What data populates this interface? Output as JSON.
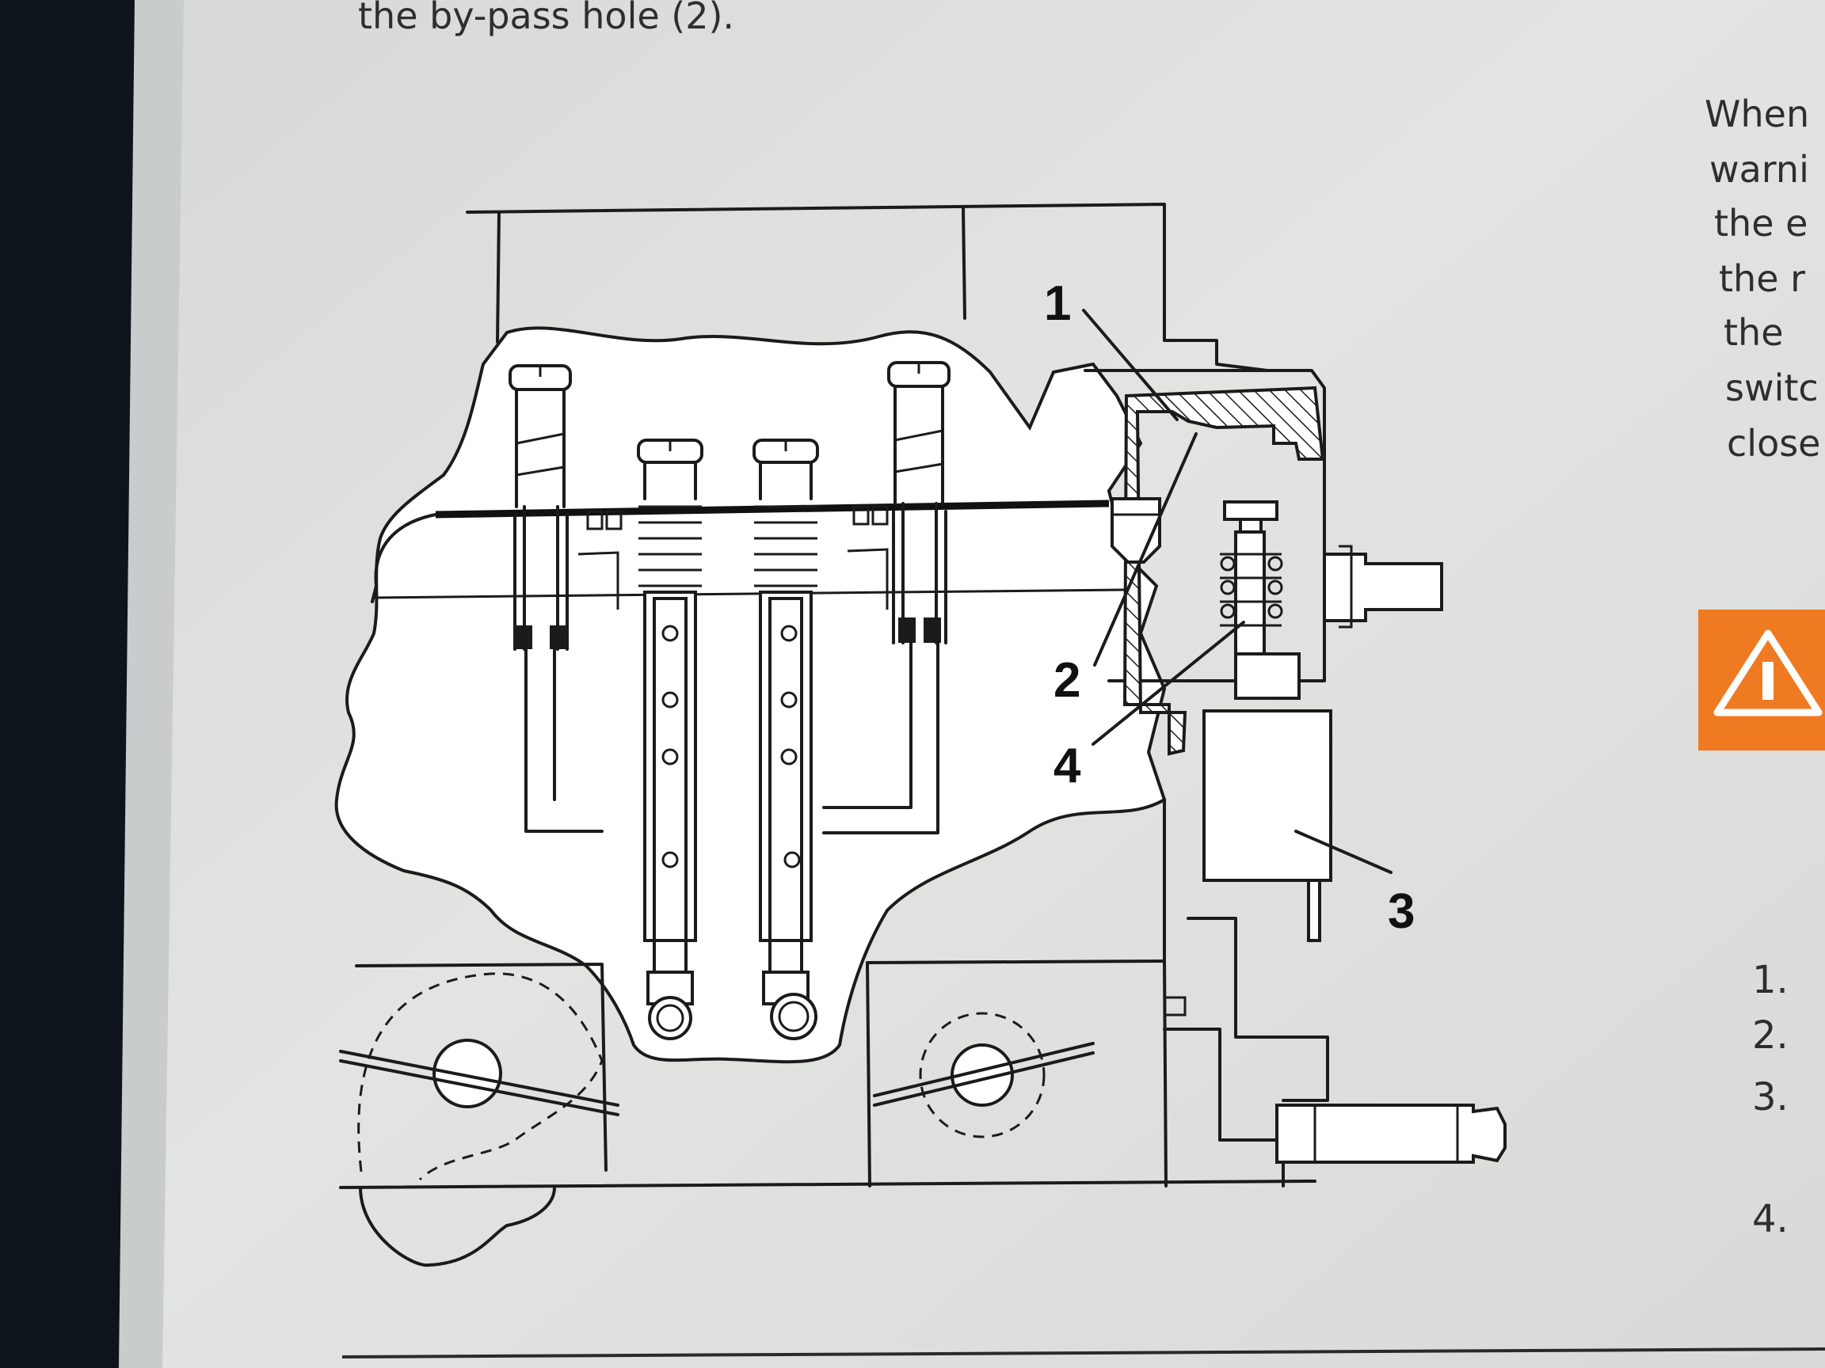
{
  "page": {
    "top_line": "the by-pass hole (2).",
    "right_column_lines": [
      "When",
      "warni",
      "the e",
      "the r",
      "the",
      "switc",
      "close"
    ],
    "list_numbers": [
      "1.",
      "2.",
      "3.",
      "4."
    ]
  },
  "diagram": {
    "callouts": [
      "1",
      "2",
      "3",
      "4"
    ],
    "warning_color": "#f07a22"
  },
  "icons": [
    "warning-triangle-icon"
  ]
}
